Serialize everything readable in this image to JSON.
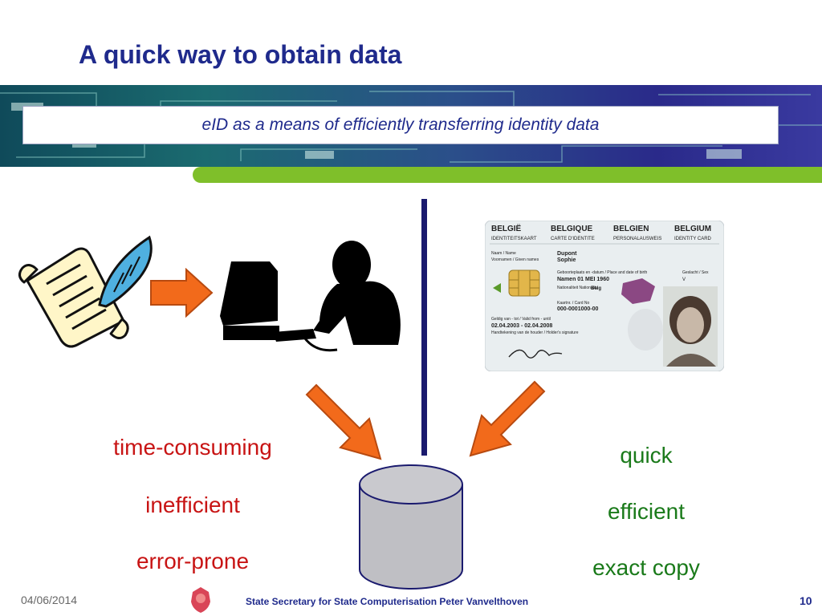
{
  "title": "A quick way to obtain data",
  "subtitle": "eID as a means of efficiently transferring identity data",
  "left_words": [
    "time-consuming",
    "inefficient",
    "error-prone"
  ],
  "right_words": [
    "quick",
    "efficient",
    "exact copy"
  ],
  "id_card": {
    "countries": [
      "BELGIË",
      "BELGIQUE",
      "BELGIEN",
      "BELGIUM"
    ],
    "doc_types": [
      "IDENTITEITSKAART",
      "CARTE D'IDENTITE",
      "PERSONALAUSWEIS",
      "IDENTITY CARD"
    ],
    "name_label": "Naam / Name",
    "given_label": "Voornamen / Given names",
    "surname": "Dupont",
    "given_name": "Sophie",
    "birth_label": "Geboorteplaats en -datum / Place and date of birth",
    "birth_value": "Namen 01 MEI 1960",
    "sex_label": "Geslacht / Sex",
    "sex_value": "V",
    "nationality_label": "Nationaliteit Nationality",
    "nationality_value": "Belg",
    "card_no_label": "Kaartnr. / Card No",
    "card_no_value": "000-0001000-00",
    "valid_label": "Geldig van - tot / Valid from - until",
    "valid_value": "02.04.2003 - 02.04.2008",
    "signature_label": "Handtekening van de houder / Holder's signature"
  },
  "footer": {
    "date": "04/06/2014",
    "text": "State Secretary for State Computerisation Peter Vanvelthoven",
    "page": "10"
  },
  "colors": {
    "title": "#1f2a8c",
    "negative": "#c81414",
    "positive": "#1a7a1a",
    "arrow": "#f26a1b",
    "accent_bar": "#7fbf2a"
  }
}
